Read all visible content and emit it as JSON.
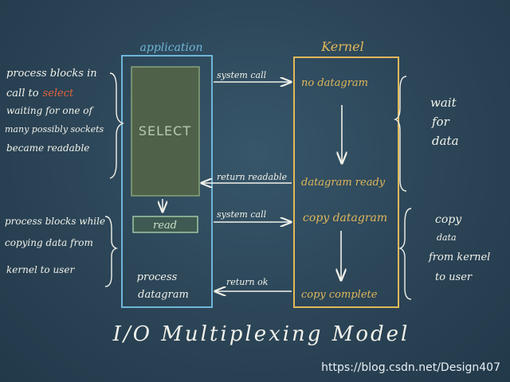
{
  "title": "I/O Multiplexing Model",
  "watermark": "https://blog.csdn.net/Design407",
  "application": {
    "label": "application",
    "select_box": "SELECT",
    "read_box": "read",
    "process_text": [
      "process",
      "datagram"
    ]
  },
  "kernel": {
    "label": "Kernel",
    "no_datagram": "no datagram",
    "datagram_ready": "datagram ready",
    "copy_datagram": "copy datagram",
    "copy_complete": "copy complete"
  },
  "arrows": {
    "system_call_1": "system call",
    "return_readable": "return readable",
    "system_call_2": "system call",
    "return_ok": "return ok"
  },
  "notes_left": {
    "top": [
      "process blocks in",
      "call to",
      "select",
      "waiting for one of",
      "many possibly sockets",
      "became readable"
    ],
    "bottom": [
      "process blocks while",
      "copying data from",
      "kernel to user"
    ]
  },
  "notes_right": {
    "top": [
      "wait",
      "for",
      "data"
    ],
    "bottom": [
      "copy",
      "data",
      "from kernel",
      "to user"
    ]
  },
  "colors": {
    "app_border": "#6fb6d8",
    "kernel_border": "#e0b85a",
    "select_fill": "#4f6249",
    "select_border": "#88a27a",
    "chalk": "#f2f2ea",
    "highlight": "#e8633a"
  }
}
